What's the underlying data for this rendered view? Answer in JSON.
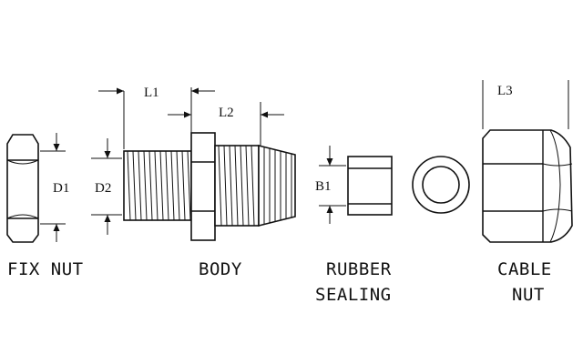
{
  "dimensions": {
    "l1": "L1",
    "l2": "L2",
    "l3": "L3",
    "d1": "D1",
    "d2": "D2",
    "b1": "B1"
  },
  "parts": {
    "fix_nut": "FIX NUT",
    "body": "BODY",
    "rubber_line1": "RUBBER",
    "rubber_line2": "SEALING",
    "cable_line1": "CABLE",
    "cable_line2": "NUT"
  }
}
